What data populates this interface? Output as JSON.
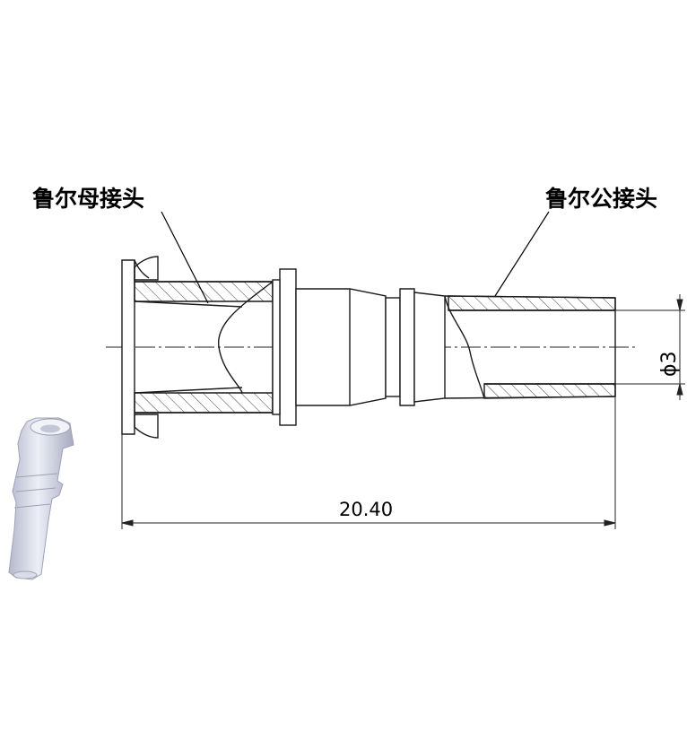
{
  "labels": {
    "female_luer": "鲁尔母接头",
    "male_luer": "鲁尔公接头"
  },
  "dimensions": {
    "overall_length": "20.40",
    "diameter": "ϕ3"
  },
  "colors": {
    "line": "#1a1a1a",
    "hatch": "#444444",
    "part_3d_light": "#e4e6f0",
    "part_3d_shadow": "#a9acc0"
  }
}
